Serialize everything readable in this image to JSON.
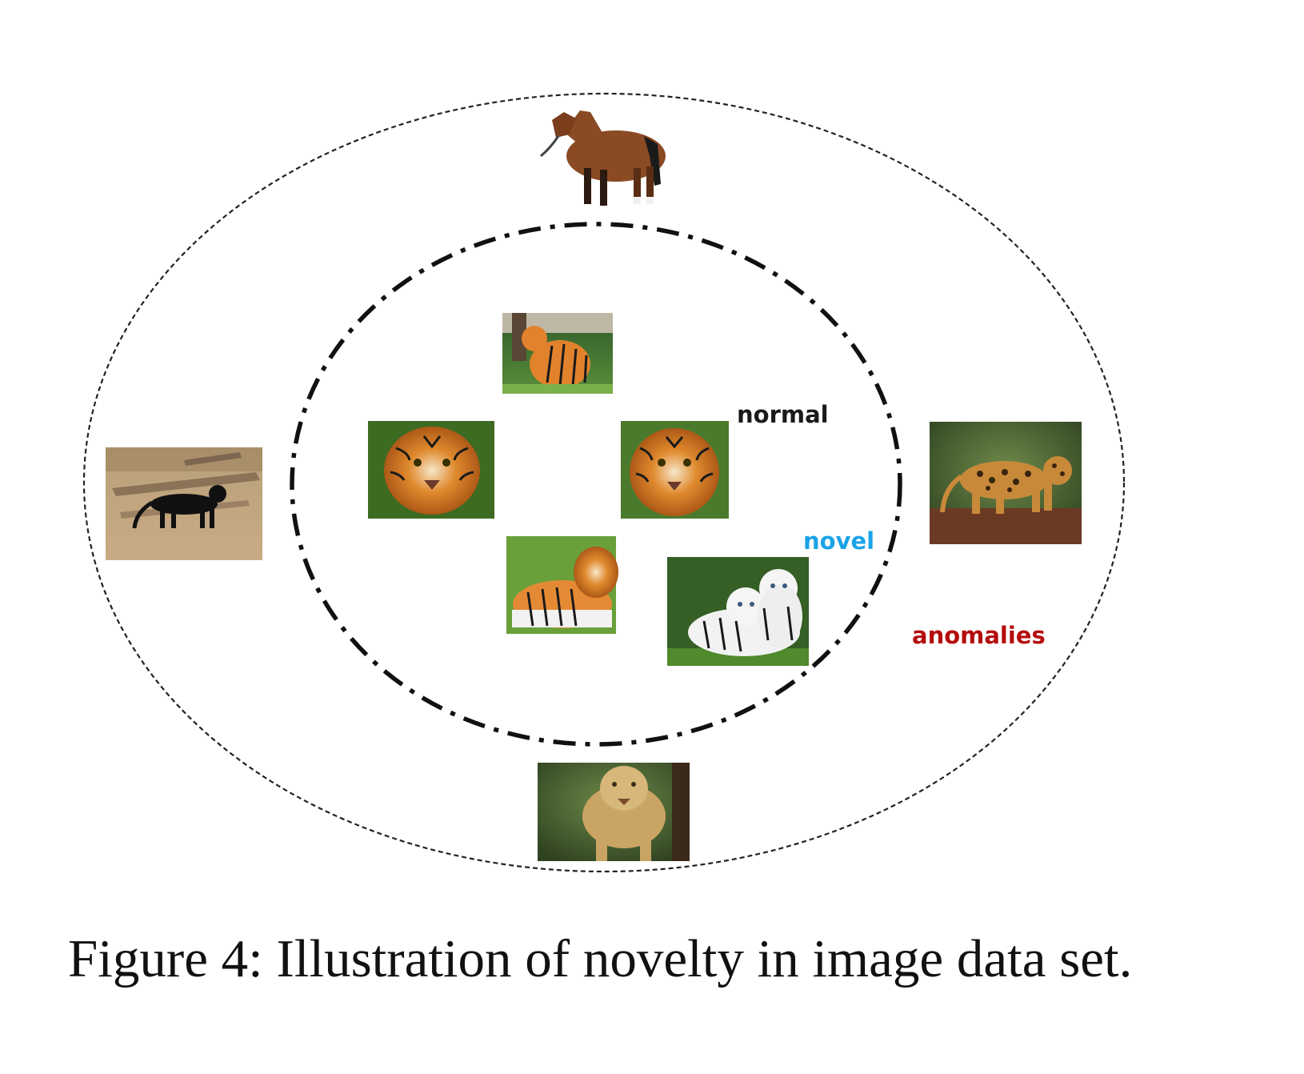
{
  "labels": {
    "normal": "normal",
    "novel": "novel",
    "anomalies": "anomalies"
  },
  "caption": "Figure 4: Illustration of novelty in image data set.",
  "colors": {
    "normal": "#1a1a1a",
    "novel": "#1aa3e8",
    "anomalies": "#b50d0d"
  },
  "images": [
    {
      "name": "horse",
      "role": "anomaly"
    },
    {
      "name": "black-panther",
      "role": "anomaly"
    },
    {
      "name": "jaguar",
      "role": "anomaly"
    },
    {
      "name": "lioness",
      "role": "anomaly"
    },
    {
      "name": "tiger-sitting",
      "role": "normal"
    },
    {
      "name": "tiger-face-1",
      "role": "normal"
    },
    {
      "name": "tiger-face-2",
      "role": "normal"
    },
    {
      "name": "tiger-lying",
      "role": "normal"
    },
    {
      "name": "white-tigers",
      "role": "novel"
    }
  ]
}
